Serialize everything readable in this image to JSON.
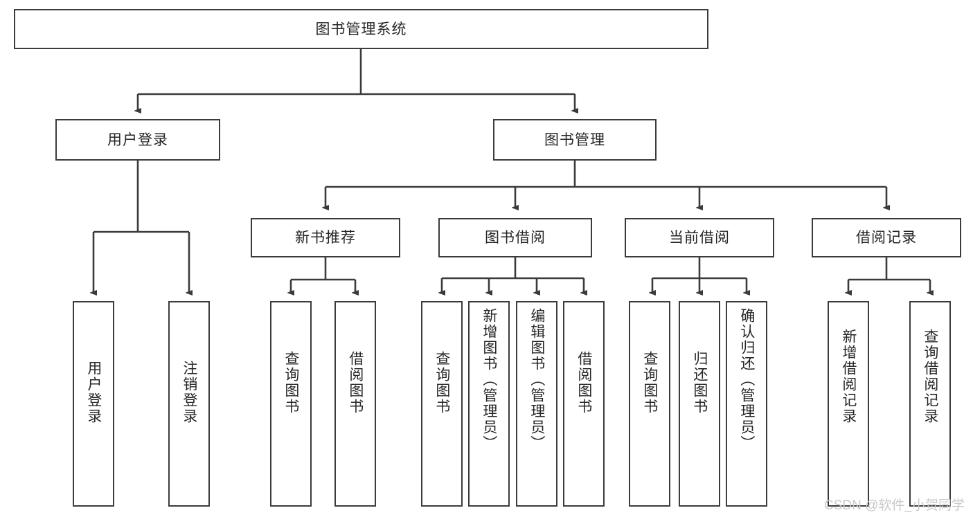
{
  "diagram": {
    "type": "hierarchy-tree",
    "title": "图书管理系统",
    "watermark": "CSDN @软件_小贺同学",
    "colors": {
      "stroke": "#3b3b3b",
      "text": "#262626",
      "background": "#ffffff",
      "watermark": "#c9c9c9"
    },
    "levels": [
      {
        "level": 0,
        "nodes": [
          "root"
        ]
      },
      {
        "level": 1,
        "nodes": [
          "user-login",
          "book-manage"
        ]
      },
      {
        "level": 2,
        "nodes": [
          "new-book-rec",
          "book-borrow",
          "current-borrow",
          "borrow-record"
        ]
      },
      {
        "level": 3,
        "nodes": [
          "leaf-user-login",
          "leaf-logout",
          "leaf-query-book-1",
          "leaf-borrow-book-1",
          "leaf-query-book-2",
          "leaf-add-book-admin",
          "leaf-edit-book-admin",
          "leaf-borrow-book-2",
          "leaf-query-book-3",
          "leaf-return-book",
          "leaf-confirm-return-admin",
          "leaf-add-borrow-record",
          "leaf-query-borrow-record"
        ]
      }
    ],
    "nodes": {
      "root": {
        "label": "图书管理系统",
        "orientation": "horizontal"
      },
      "user-login": {
        "label": "用户登录",
        "orientation": "horizontal"
      },
      "book-manage": {
        "label": "图书管理",
        "orientation": "horizontal"
      },
      "new-book-rec": {
        "label": "新书推荐",
        "orientation": "horizontal"
      },
      "book-borrow": {
        "label": "图书借阅",
        "orientation": "horizontal"
      },
      "current-borrow": {
        "label": "当前借阅",
        "orientation": "horizontal"
      },
      "borrow-record": {
        "label": "借阅记录",
        "orientation": "horizontal"
      },
      "leaf-user-login": {
        "label": "用户登录",
        "orientation": "vertical"
      },
      "leaf-logout": {
        "label": "注销登录",
        "orientation": "vertical"
      },
      "leaf-query-book-1": {
        "label": "查询图书",
        "orientation": "vertical"
      },
      "leaf-borrow-book-1": {
        "label": "借阅图书",
        "orientation": "vertical"
      },
      "leaf-query-book-2": {
        "label": "查询图书",
        "orientation": "vertical"
      },
      "leaf-add-book-admin": {
        "label": "新增图书（管理员）",
        "orientation": "vertical"
      },
      "leaf-edit-book-admin": {
        "label": "编辑图书（管理员）",
        "orientation": "vertical"
      },
      "leaf-borrow-book-2": {
        "label": "借阅图书",
        "orientation": "vertical"
      },
      "leaf-query-book-3": {
        "label": "查询图书",
        "orientation": "vertical"
      },
      "leaf-return-book": {
        "label": "归还图书",
        "orientation": "vertical"
      },
      "leaf-confirm-return-admin": {
        "label": "确认归还（管理员）",
        "orientation": "vertical"
      },
      "leaf-add-borrow-record": {
        "label": "新增借阅记录",
        "orientation": "vertical"
      },
      "leaf-query-borrow-record": {
        "label": "查询借阅记录",
        "orientation": "vertical"
      }
    },
    "edges": [
      {
        "from": "root",
        "to": "user-login"
      },
      {
        "from": "root",
        "to": "book-manage"
      },
      {
        "from": "user-login",
        "to": "leaf-user-login"
      },
      {
        "from": "user-login",
        "to": "leaf-logout"
      },
      {
        "from": "book-manage",
        "to": "new-book-rec"
      },
      {
        "from": "book-manage",
        "to": "book-borrow"
      },
      {
        "from": "book-manage",
        "to": "current-borrow"
      },
      {
        "from": "book-manage",
        "to": "borrow-record"
      },
      {
        "from": "new-book-rec",
        "to": "leaf-query-book-1"
      },
      {
        "from": "new-book-rec",
        "to": "leaf-borrow-book-1"
      },
      {
        "from": "book-borrow",
        "to": "leaf-query-book-2"
      },
      {
        "from": "book-borrow",
        "to": "leaf-add-book-admin"
      },
      {
        "from": "book-borrow",
        "to": "leaf-edit-book-admin"
      },
      {
        "from": "book-borrow",
        "to": "leaf-borrow-book-2"
      },
      {
        "from": "current-borrow",
        "to": "leaf-query-book-3"
      },
      {
        "from": "current-borrow",
        "to": "leaf-return-book"
      },
      {
        "from": "current-borrow",
        "to": "leaf-confirm-return-admin"
      },
      {
        "from": "borrow-record",
        "to": "leaf-add-borrow-record"
      },
      {
        "from": "borrow-record",
        "to": "leaf-query-borrow-record"
      }
    ]
  }
}
